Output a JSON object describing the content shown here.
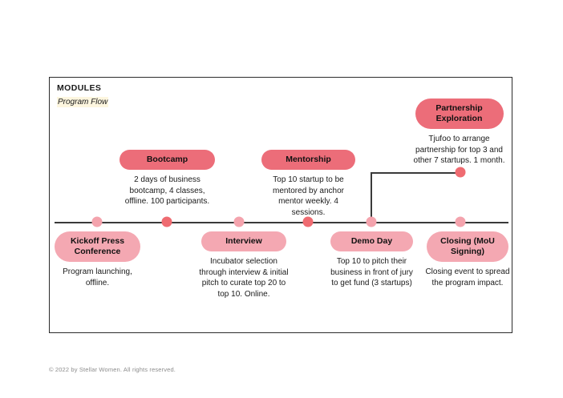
{
  "header": {
    "title": "MODULES",
    "subtitle": "Program Flow"
  },
  "footer": {
    "copyright": "© 2022 by Stellar Women. All rights reserved."
  },
  "colors": {
    "pill_dark": "#ec6d79",
    "pill_light": "#f4a8b2",
    "dot_dark": "#ef6b71",
    "dot_light": "#f4a3ad",
    "axis": "#3a3a3a",
    "frame_border": "#2b2b2b",
    "highlight": "#fdf6df"
  },
  "timeline": {
    "nodes": [
      {
        "id": "kickoff",
        "label": "Kickoff Press Conference",
        "description": "Program launching, offline.",
        "position": "below",
        "pill_shade": "light",
        "dot_shade": "light"
      },
      {
        "id": "bootcamp",
        "label": "Bootcamp",
        "description": "2 days of business bootcamp, 4 classes, offline. 100 participants.",
        "position": "above",
        "pill_shade": "dark",
        "dot_shade": "dark"
      },
      {
        "id": "interview",
        "label": "Interview",
        "description": "Incubator selection through interview & initial pitch to curate top 20 to top 10. Online.",
        "position": "below",
        "pill_shade": "light",
        "dot_shade": "light"
      },
      {
        "id": "mentorship",
        "label": "Mentorship",
        "description": "Top 10 startup to be mentored by anchor mentor weekly. 4 sessions.",
        "position": "above",
        "pill_shade": "dark",
        "dot_shade": "dark"
      },
      {
        "id": "demo-day",
        "label": "Demo Day",
        "description": "Top 10 to pitch their business in front of jury to get fund (3 startups)",
        "position": "below",
        "pill_shade": "light",
        "dot_shade": "light"
      },
      {
        "id": "partnership-exploration",
        "label": "Partnership Exploration",
        "description": "Tjufoo to arrange partnership for top 3 and other 7 startups. 1 month.",
        "position": "above-branch",
        "pill_shade": "dark",
        "dot_shade": "dark"
      },
      {
        "id": "closing",
        "label": "Closing (MoU Signing)",
        "description": "Closing event to spread the program impact.",
        "position": "below",
        "pill_shade": "light",
        "dot_shade": "light"
      }
    ]
  }
}
